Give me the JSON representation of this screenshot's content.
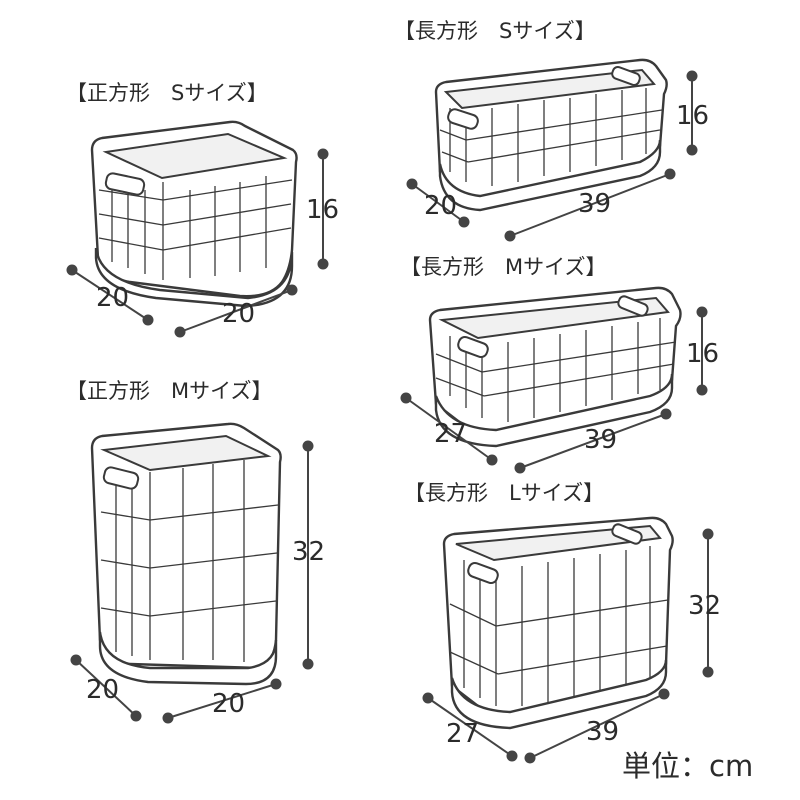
{
  "items": [
    {
      "title": "【正方形　Sサイズ】",
      "width": "20",
      "depth": "20",
      "height": "16"
    },
    {
      "title": "【正方形　Mサイズ】",
      "width": "20",
      "depth": "20",
      "height": "32"
    },
    {
      "title": "【長方形　Sサイズ】",
      "width": "39",
      "depth": "20",
      "height": "16"
    },
    {
      "title": "【長方形　Mサイズ】",
      "width": "39",
      "depth": "27",
      "height": "16"
    },
    {
      "title": "【長方形　Lサイズ】",
      "width": "39",
      "depth": "27",
      "height": "32"
    }
  ],
  "unit_label": "単位：cm",
  "icons": {
    "item": "basket-icon"
  },
  "colors": {
    "line": "#3a3a3a",
    "text": "#2b2b2b",
    "background": "#ffffff"
  }
}
